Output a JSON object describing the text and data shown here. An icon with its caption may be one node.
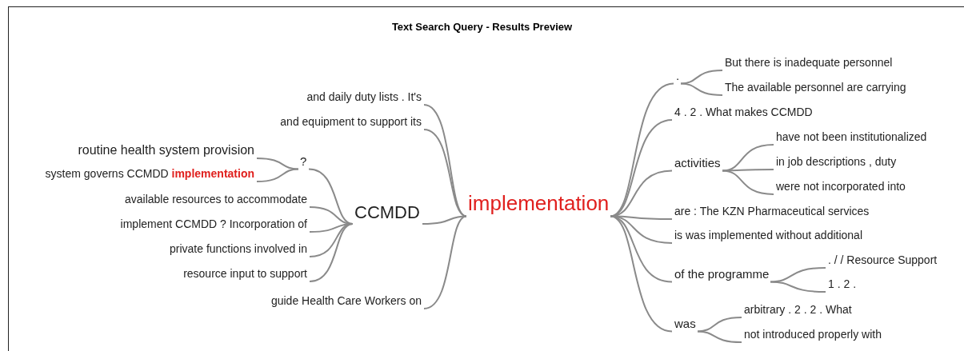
{
  "diagram": {
    "title": "Text Search Query - Results Preview",
    "nodes": [
      {
        "text": [
          "implementation"
        ]
      },
      {
        "text": [
          "and daily duty lists . It's"
        ]
      },
      {
        "text": [
          "and equipment to support its"
        ]
      },
      {
        "text": [
          "CCMDD"
        ]
      },
      {
        "text": [
          "?"
        ]
      },
      {
        "text": [
          "routine health system provision"
        ]
      },
      {
        "text": [
          "system governs CCMDD **implementation**"
        ]
      },
      {
        "text": [
          "available resources to accommodate"
        ]
      },
      {
        "text": [
          "implement CCMDD ? Incorporation of"
        ]
      },
      {
        "text": [
          "private functions involved in"
        ]
      },
      {
        "text": [
          "resource input to support"
        ]
      },
      {
        "text": [
          "guide Health Care Workers on"
        ]
      },
      {
        "text": [
          "."
        ]
      },
      {
        "text": [
          "But there is inadequate personnel"
        ]
      },
      {
        "text": [
          "The available personnel are carrying"
        ]
      },
      {
        "text": [
          "4 . 2 . What makes CCMDD"
        ]
      },
      {
        "text": [
          "activities"
        ]
      },
      {
        "text": [
          "have not been institutionalized"
        ]
      },
      {
        "text": [
          "in job descriptions , duty"
        ]
      },
      {
        "text": [
          "were not incorporated into"
        ]
      },
      {
        "text": [
          "are : The KZN Pharmaceutical services"
        ]
      },
      {
        "text": [
          "is was implemented without additional"
        ]
      },
      {
        "text": [
          "of the programme"
        ]
      },
      {
        "text": [
          ". / / Resource Support"
        ]
      },
      {
        "text": [
          "1 . 2 ."
        ]
      },
      {
        "text": [
          "was"
        ]
      },
      {
        "text": [
          "arbitrary . 2 . 2 . What"
        ]
      },
      {
        "text": [
          "not introduced properly with"
        ]
      }
    ],
    "edges": [
      {
        "from": 0,
        "to": 1,
        "arrow": "none"
      },
      {
        "from": 0,
        "to": 2,
        "arrow": "none"
      },
      {
        "from": 0,
        "to": 3,
        "arrow": "none"
      },
      {
        "from": 3,
        "to": 4,
        "arrow": "none"
      },
      {
        "from": 4,
        "to": 5,
        "arrow": "none"
      },
      {
        "from": 4,
        "to": 6,
        "arrow": "none"
      },
      {
        "from": 3,
        "to": 7,
        "arrow": "none"
      },
      {
        "from": 3,
        "to": 8,
        "arrow": "none"
      },
      {
        "from": 3,
        "to": 9,
        "arrow": "none"
      },
      {
        "from": 3,
        "to": 10,
        "arrow": "none"
      },
      {
        "from": 0,
        "to": 11,
        "arrow": "none"
      },
      {
        "from": 0,
        "to": 12,
        "arrow": "none"
      },
      {
        "from": 12,
        "to": 13,
        "arrow": "none"
      },
      {
        "from": 12,
        "to": 14,
        "arrow": "none"
      },
      {
        "from": 0,
        "to": 15,
        "arrow": "none"
      },
      {
        "from": 0,
        "to": 16,
        "arrow": "none"
      },
      {
        "from": 16,
        "to": 17,
        "arrow": "none"
      },
      {
        "from": 16,
        "to": 18,
        "arrow": "none"
      },
      {
        "from": 16,
        "to": 19,
        "arrow": "none"
      },
      {
        "from": 0,
        "to": 20,
        "arrow": "none"
      },
      {
        "from": 0,
        "to": 21,
        "arrow": "none"
      },
      {
        "from": 0,
        "to": 22,
        "arrow": "none"
      },
      {
        "from": 22,
        "to": 23,
        "arrow": "none"
      },
      {
        "from": 22,
        "to": 24,
        "arrow": "none"
      },
      {
        "from": 0,
        "to": 25,
        "arrow": "none"
      },
      {
        "from": 25,
        "to": 26,
        "arrow": "none"
      },
      {
        "from": 25,
        "to": 27,
        "arrow": "none"
      }
    ]
  }
}
